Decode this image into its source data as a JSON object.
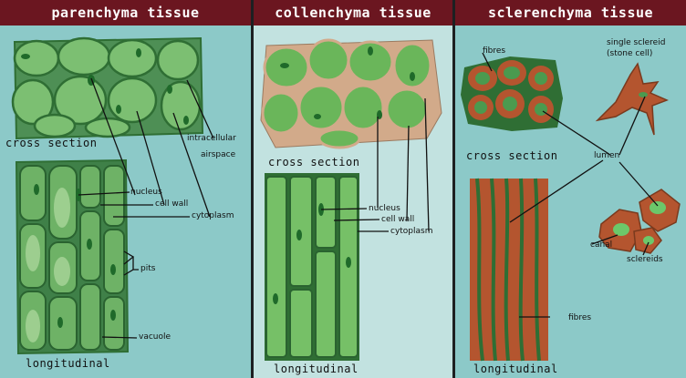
{
  "headers": {
    "parenchyma": "parenchyma tissue",
    "collenchyma": "collenchyma tissue",
    "sclerenchyma": "sclerenchyma tissue"
  },
  "parenchyma": {
    "cross_section": "cross section",
    "intracellular_line1": "intracellular",
    "intracellular_line2": "airspace",
    "nucleus": "nucleus",
    "cell_wall": "cell wall",
    "cytoplasm": "cytoplasm",
    "pits": "pits",
    "vacuole": "vacuole",
    "longitudinal": "longitudinal"
  },
  "collenchyma": {
    "cross_section": "cross section",
    "nucleus": "nucleus",
    "cell_wall": "cell wall",
    "cytoplasm": "cytoplasm",
    "longitudinal": "longitudinal"
  },
  "sclerenchyma": {
    "fibres_top": "fibres",
    "single_sclereid_line1": "single sclereid",
    "single_sclereid_line2": "(stone cell)",
    "cross_section": "cross section",
    "lumen": "lumen",
    "canal": "canal",
    "sclereids": "sclereids",
    "fibres_bottom": "fibres",
    "longitudinal": "longitudinal"
  },
  "colors": {
    "header_bg": "#6b1620",
    "panel_bg": "#8cc9c8",
    "middle_panel_bg": "#c2e2e0",
    "cell_green": "#5fae5a",
    "dark_green": "#2f6e34",
    "wall_tan": "#d2aa8a",
    "sclerenchyma_brown": "#b4552f"
  }
}
